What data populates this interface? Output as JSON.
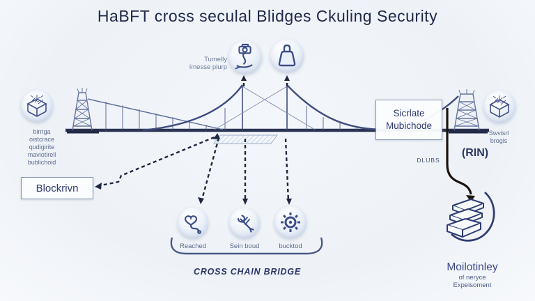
{
  "title": "HaBFT cross seculal Blidges Ckuling Security",
  "top_label": {
    "line1": "Tumelly",
    "line2": "ímesse piurp"
  },
  "left_node": {
    "lines": [
      "birriga",
      "oistcrace",
      "qudigirite",
      "maviotirell",
      "bublichoid"
    ]
  },
  "right_node": {
    "line1": "Swvisrl",
    "line2": "brogis"
  },
  "left_box": {
    "label": "Blockrivn"
  },
  "right_box": {
    "line1": "Sicrlate",
    "line2": "Mubichode"
  },
  "annotations": {
    "dlubs": "DLUBS",
    "rin": "(RIN)"
  },
  "bottom_labels": {
    "first": "Reached",
    "second": "Sein boud",
    "third": "bucktod"
  },
  "bridge_caption": "CROSS CHAIN BRIDGE",
  "bottom_right": {
    "line1": "Moilotinley",
    "line2": "of neryce",
    "line3": "Expeisoment"
  },
  "icons": {
    "top_first": "camera-on-stand",
    "top_second": "padlock",
    "bottom_first": "heart-with-cord",
    "bottom_second": "crossed-tools",
    "bottom_third": "gear",
    "left_node": "isometric-box-sketch",
    "right_node": "isometric-box-sketch",
    "bottom_right": "book-stack"
  },
  "colors": {
    "background": "#f1f4f8",
    "navy_text": "#20294a",
    "deck": "#2a3352",
    "cable": "#4a5a8c",
    "arrow": "#1f2740",
    "muted_text": "#5c6b8c",
    "box_border": "#8592ac"
  }
}
